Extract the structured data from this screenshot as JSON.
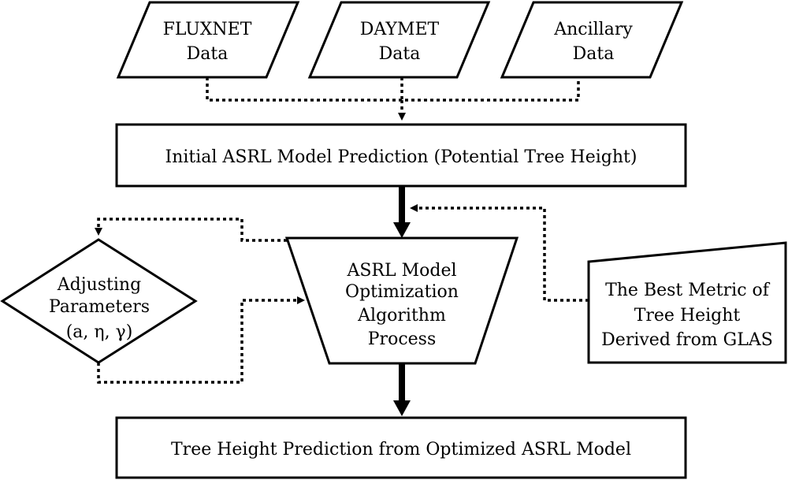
{
  "inputs": {
    "fluxnet": {
      "line1": "FLUXNET",
      "line2": "Data"
    },
    "daymet": {
      "line1": "DAYMET",
      "line2": "Data"
    },
    "ancillary": {
      "line1": "Ancillary",
      "line2": "Data"
    }
  },
  "initial_model": {
    "label": "Initial ASRL Model Prediction (Potential Tree Height)"
  },
  "optimization": {
    "line1": "ASRL Model",
    "line2": "Optimization",
    "line3": "Algorithm",
    "line4": "Process"
  },
  "adjusting": {
    "line1": "Adjusting",
    "line2": "Parameters",
    "line3": "(a, η, γ)"
  },
  "glas": {
    "line1": "The Best Metric of",
    "line2": "Tree Height",
    "line3": "Derived from GLAS"
  },
  "final_prediction": {
    "label": "Tree Height Prediction from Optimized ASRL Model"
  }
}
